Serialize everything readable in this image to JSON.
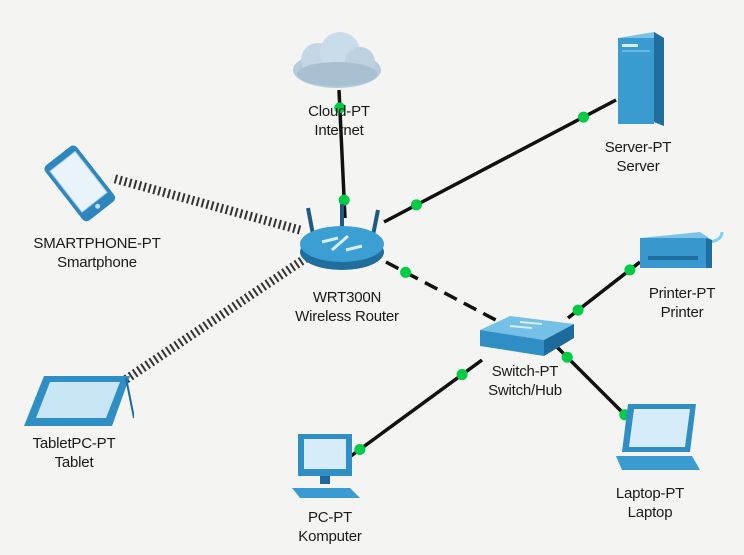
{
  "devices": {
    "cloud": {
      "model": "Cloud-PT",
      "name": "Internet"
    },
    "server": {
      "model": "Server-PT",
      "name": "Server"
    },
    "smartphone": {
      "model": "SMARTPHONE-PT",
      "name": "Smartphone"
    },
    "router": {
      "model": "WRT300N",
      "name": "Wireless Router"
    },
    "printer": {
      "model": "Printer-PT",
      "name": "Printer"
    },
    "switch": {
      "model": "Switch-PT",
      "name": "Switch/Hub"
    },
    "tablet": {
      "model": "TabletPC-PT",
      "name": "Tablet"
    },
    "pc": {
      "model": "PC-PT",
      "name": "Komputer"
    },
    "laptop": {
      "model": "Laptop-PT",
      "name": "Laptop"
    }
  },
  "links": [
    {
      "from": "router",
      "to": "cloud",
      "type": "copper"
    },
    {
      "from": "router",
      "to": "server",
      "type": "copper"
    },
    {
      "from": "router",
      "to": "switch",
      "type": "crossover"
    },
    {
      "from": "router",
      "to": "smartphone",
      "type": "wireless"
    },
    {
      "from": "router",
      "to": "tablet",
      "type": "wireless"
    },
    {
      "from": "switch",
      "to": "printer",
      "type": "copper"
    },
    {
      "from": "switch",
      "to": "pc",
      "type": "copper"
    },
    {
      "from": "switch",
      "to": "laptop",
      "type": "copper"
    }
  ],
  "colors": {
    "link": "#111111",
    "link_light": "#00cc44",
    "device_blue": "#2f8fc4",
    "device_dark": "#1a5f8a",
    "cloud": "#b9cfe0"
  }
}
